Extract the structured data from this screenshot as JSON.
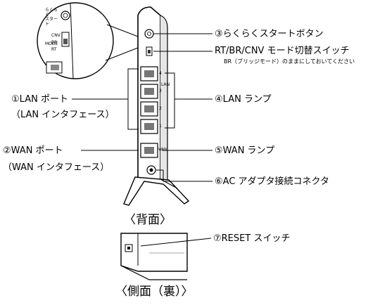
{
  "labels": {
    "easy_start_button": "③らくらくスタートボタン",
    "mode_switch": "RT/BR/CNV モード切替スイッチ",
    "mode_switch_note": "BR（ブリッジモード）のままにしておいてください",
    "lan_port": "①LAN ポート",
    "lan_port_sub": "（LAN インタフェース）",
    "lan_lamp": "④LAN ランプ",
    "wan_port": "②WAN ポート",
    "wan_port_sub": "（WAN インタフェース）",
    "wan_lamp": "⑤WAN ランプ",
    "ac_adapter": "⑥AC アダプタ接続コネクタ",
    "reset_switch": "⑦RESET スイッチ"
  },
  "captions": {
    "rear": "〈背面〉",
    "side_rear": "〈側面（裏）〉"
  },
  "device_markings": {
    "easy_start": "らくらく\nスタート",
    "mode_title": "MODE",
    "mode_options": [
      "RT",
      "BR",
      "CNV"
    ],
    "lan_numbers": [
      "4",
      "3",
      "2",
      "1"
    ],
    "wan_marking": "WAN",
    "lan_marking": "LAN"
  }
}
